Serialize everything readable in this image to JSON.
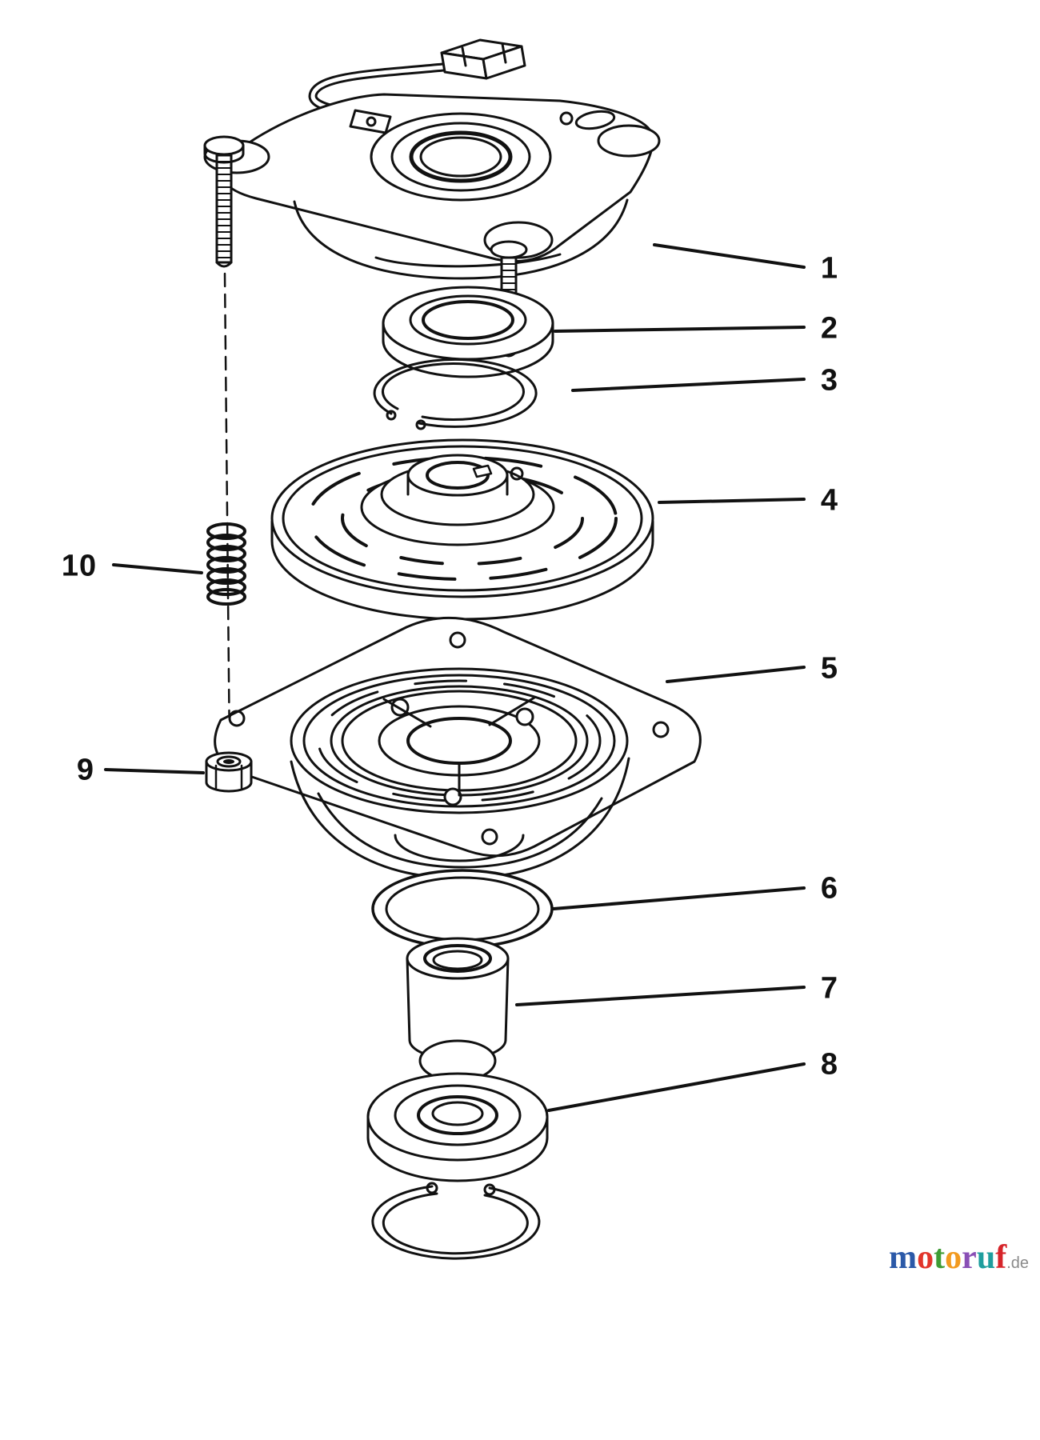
{
  "colors": {
    "line": "#111111",
    "background": "#ffffff"
  },
  "diagram": {
    "callouts": [
      {
        "label": "1"
      },
      {
        "label": "2"
      },
      {
        "label": "3"
      },
      {
        "label": "4"
      },
      {
        "label": "5"
      },
      {
        "label": "6"
      },
      {
        "label": "7"
      },
      {
        "label": "8"
      },
      {
        "label": "9"
      },
      {
        "label": "10"
      }
    ]
  },
  "watermark": {
    "suffix": ".de",
    "letters": [
      {
        "char": "m",
        "color": "#2b59a8"
      },
      {
        "char": "o",
        "color": "#e2352b"
      },
      {
        "char": "t",
        "color": "#3f9c35"
      },
      {
        "char": "o",
        "color": "#f29a1f"
      },
      {
        "char": "r",
        "color": "#8a4fb5"
      },
      {
        "char": "u",
        "color": "#1f9e9e"
      },
      {
        "char": "f",
        "color": "#d6242a"
      }
    ]
  }
}
